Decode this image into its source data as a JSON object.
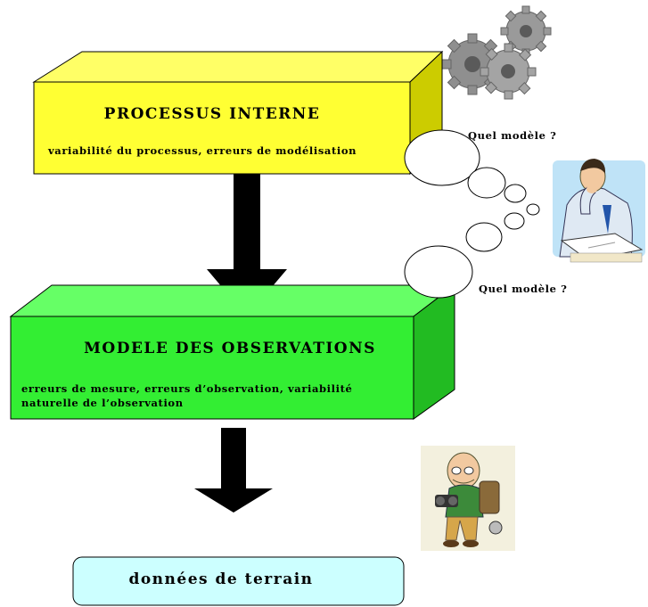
{
  "boxes": {
    "process": {
      "title": "PROCESSUS INTERNE",
      "subtitle": "variabilité du processus, erreurs de modélisation",
      "front_color": "#ffff33",
      "top_color": "#ffff66",
      "side_color": "#cccc00"
    },
    "observations": {
      "title": "MODELE DES OBSERVATIONS",
      "subtitle_line1": "erreurs de mesure, erreurs d’observation, variabilité",
      "subtitle_line2": "naturelle de l’observation",
      "front_color": "#33ee33",
      "top_color": "#66ff66",
      "side_color": "#22bb22"
    },
    "terrain": {
      "label": "données de terrain",
      "fill_color": "#ccffff"
    }
  },
  "thoughts": {
    "top_question": "Quel modèle ?",
    "bottom_question": "Quel modèle ?"
  },
  "illustrations": {
    "gears": "gears-icon",
    "thinker": "thinking-man-icon",
    "field_researcher": "field-researcher-icon"
  }
}
